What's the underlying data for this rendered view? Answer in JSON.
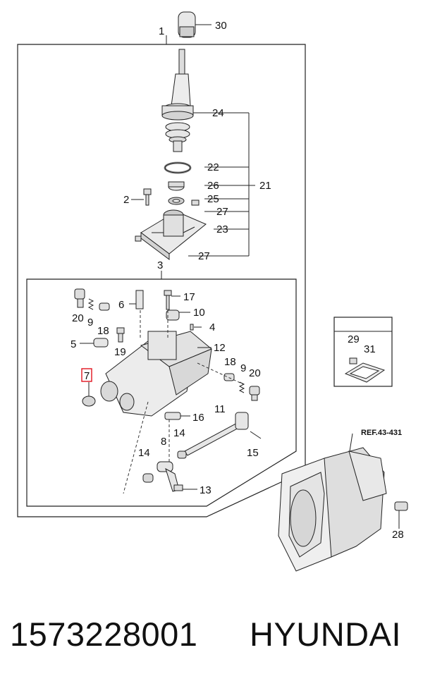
{
  "diagram": {
    "callouts": {
      "c1": "1",
      "c2": "2",
      "c3": "3",
      "c4": "4",
      "c5": "5",
      "c6": "6",
      "c7": "7",
      "c8": "8",
      "c9a": "9",
      "c9b": "9",
      "c10": "10",
      "c11": "11",
      "c12": "12",
      "c13": "13",
      "c14a": "14",
      "c14b": "14",
      "c15": "15",
      "c16": "16",
      "c17": "17",
      "c18a": "18",
      "c18b": "18",
      "c19": "19",
      "c20a": "20",
      "c20b": "20",
      "c21": "21",
      "c22": "22",
      "c23": "23",
      "c24": "24",
      "c25": "25",
      "c26": "26",
      "c27a": "27",
      "c27b": "27",
      "c28": "28",
      "c29": "29",
      "c30": "30",
      "c31": "31"
    },
    "reference": "REF.43-431",
    "highlight_color": "#e0141e"
  },
  "caption": {
    "part_number": "1573228001",
    "brand": "HYUNDAI"
  }
}
